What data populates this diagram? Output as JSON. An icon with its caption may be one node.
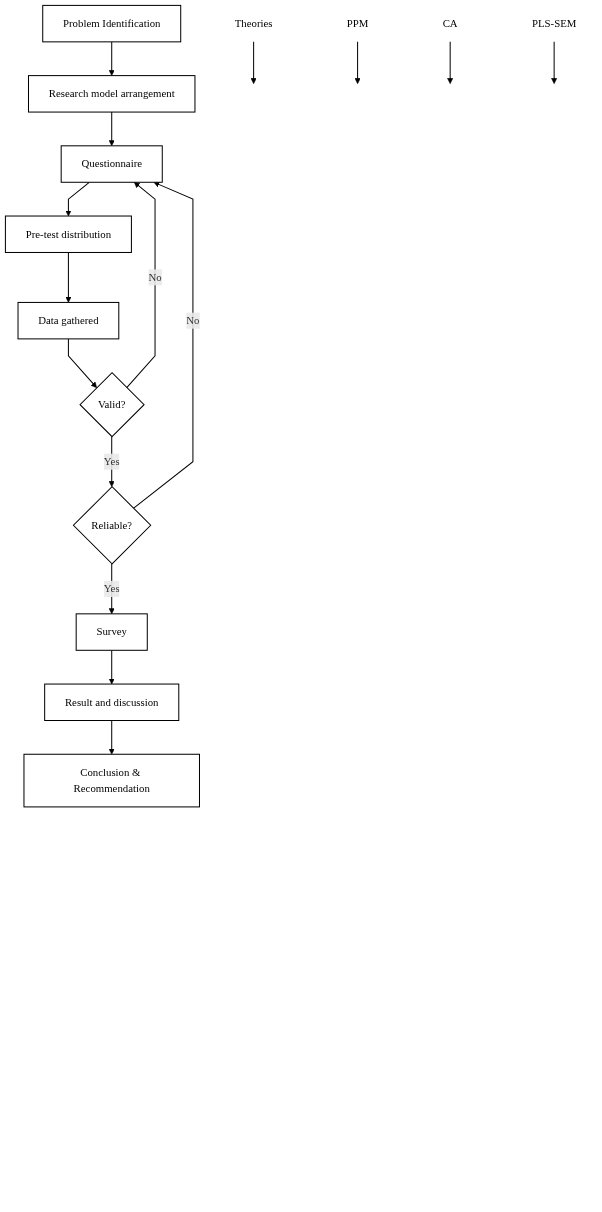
{
  "diagram": {
    "nodes": [
      {
        "text": [
          "Problem Identification"
        ]
      },
      {
        "text": [
          "Theories"
        ]
      },
      {
        "text": [
          "Research model arrangement"
        ]
      },
      {
        "text": [
          "Questionnaire"
        ]
      },
      {
        "text": [
          "Pre-test distribution"
        ]
      },
      {
        "text": [
          "Data gathered"
        ]
      },
      {
        "text": [
          "PPM"
        ]
      },
      {
        "text": [
          "Valid?"
        ]
      },
      {
        "text": [
          "CA"
        ]
      },
      {
        "text": [
          "Reliable?"
        ]
      },
      {
        "text": [
          "Survey"
        ]
      },
      {
        "text": [
          "PLS-SEM"
        ]
      },
      {
        "text": [
          "Result and discussion"
        ]
      },
      {
        "text": [
          "Conclusion & Recommendation"
        ]
      }
    ],
    "edges": [
      {
        "from": 0,
        "to": 2,
        "arrow": "to"
      },
      {
        "from": 1,
        "to": null,
        "arrow": "to"
      },
      {
        "from": 2,
        "to": 3,
        "arrow": "to"
      },
      {
        "from": 3,
        "to": 4,
        "arrow": "to"
      },
      {
        "from": 4,
        "to": 5,
        "arrow": "to"
      },
      {
        "from": 5,
        "to": 7,
        "arrow": "to"
      },
      {
        "from": 6,
        "to": null,
        "arrow": "to"
      },
      {
        "from": 7,
        "to": 9,
        "arrow": "to",
        "label": "Yes"
      },
      {
        "from": 8,
        "to": null,
        "arrow": "to"
      },
      {
        "from": 9,
        "to": 10,
        "arrow": "to",
        "label": "Yes"
      },
      {
        "from": 7,
        "to": 3,
        "arrow": "to",
        "label": "No"
      },
      {
        "from": 9,
        "to": 3,
        "arrow": "to",
        "label": "No"
      },
      {
        "from": 10,
        "to": 12,
        "arrow": "to"
      },
      {
        "from": 11,
        "to": null,
        "arrow": "to"
      },
      {
        "from": 12,
        "to": 13,
        "arrow": "to"
      }
    ]
  }
}
